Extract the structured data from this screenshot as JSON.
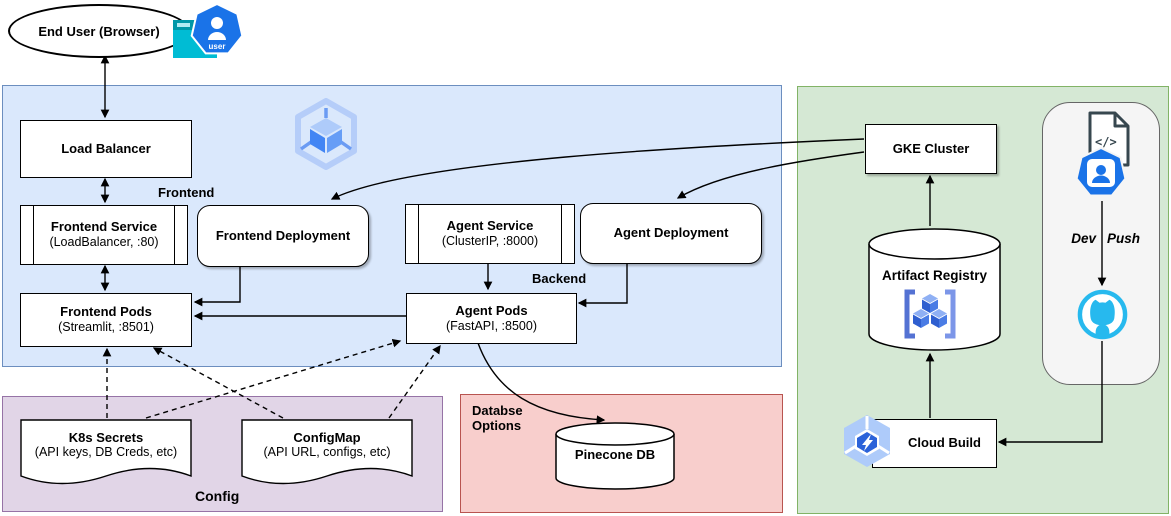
{
  "nodes": {
    "end_user": {
      "label": "End User (Browser)"
    },
    "load_balancer": {
      "label": "Load Balancer"
    },
    "frontend_service": {
      "label": "Frontend Service",
      "sublabel": "(LoadBalancer, :80)"
    },
    "frontend_deployment": {
      "label": "Frontend Deployment"
    },
    "agent_service": {
      "label": "Agent Service",
      "sublabel": "(ClusterIP, :8000)"
    },
    "agent_deployment": {
      "label": "Agent Deployment"
    },
    "frontend_pods": {
      "label": "Frontend Pods",
      "sublabel": "(Streamlit, :8501)"
    },
    "agent_pods": {
      "label": "Agent Pods",
      "sublabel": "(FastAPI, :8500)"
    },
    "k8s_secrets": {
      "label": "K8s Secrets",
      "sublabel": "(API keys, DB Creds, etc)"
    },
    "configmap": {
      "label": "ConfigMap",
      "sublabel": "(API URL, configs, etc)"
    },
    "pinecone_db": {
      "label": "Pinecone DB"
    },
    "gke_cluster": {
      "label": "GKE Cluster"
    },
    "artifact_registry": {
      "label": "Artifact Registry"
    },
    "cloud_build": {
      "label": "Cloud Build"
    }
  },
  "group_labels": {
    "frontend": "Frontend",
    "backend": "Backend",
    "config": "Config",
    "database_options": "Databse Options",
    "dev_push": {
      "left": "Dev",
      "right": "Push"
    }
  },
  "icons": {
    "user_caption": "user",
    "code_glyph": "</>"
  },
  "colors": {
    "frontend_region_fill": "#dae8fc",
    "frontend_region_border": "#6c8ebf",
    "cicd_region_fill": "#d5e8d4",
    "cicd_region_border": "#82b366",
    "config_region_fill": "#e1d5e7",
    "config_region_border": "#9673a6",
    "database_region_fill": "#f8cecc",
    "database_region_border": "#b85450",
    "dev_container_fill": "#f5f5f5",
    "dev_container_border": "#666666",
    "google_blue": "#1a73e8",
    "light_blue": "#aecbfa",
    "github_cyan": "#27b9ee",
    "user_icon_teal": "#00bcd4"
  },
  "edges": [
    {
      "from": "end_user",
      "to": "load_balancer",
      "style": "solid",
      "direction": "both"
    },
    {
      "from": "load_balancer",
      "to": "frontend_service",
      "style": "solid",
      "direction": "both"
    },
    {
      "from": "frontend_service",
      "to": "frontend_pods",
      "style": "solid",
      "direction": "both"
    },
    {
      "from": "frontend_deployment",
      "to": "frontend_pods",
      "style": "solid",
      "direction": "forward"
    },
    {
      "from": "agent_pods",
      "to": "frontend_pods",
      "style": "solid",
      "direction": "forward"
    },
    {
      "from": "agent_service",
      "to": "agent_pods",
      "style": "solid",
      "direction": "forward"
    },
    {
      "from": "agent_deployment",
      "to": "agent_pods",
      "style": "solid",
      "direction": "forward"
    },
    {
      "from": "gke_cluster",
      "to": "frontend_deployment",
      "style": "solid",
      "direction": "forward"
    },
    {
      "from": "gke_cluster",
      "to": "agent_deployment",
      "style": "solid",
      "direction": "forward"
    },
    {
      "from": "k8s_secrets",
      "to": "frontend_pods",
      "style": "dashed",
      "direction": "forward"
    },
    {
      "from": "k8s_secrets",
      "to": "agent_pods",
      "style": "dashed",
      "direction": "forward"
    },
    {
      "from": "configmap",
      "to": "frontend_pods",
      "style": "dashed",
      "direction": "forward"
    },
    {
      "from": "configmap",
      "to": "agent_pods",
      "style": "dashed",
      "direction": "forward"
    },
    {
      "from": "agent_pods",
      "to": "pinecone_db",
      "style": "solid",
      "direction": "forward"
    },
    {
      "from": "artifact_registry",
      "to": "gke_cluster",
      "style": "solid",
      "direction": "forward"
    },
    {
      "from": "cloud_build",
      "to": "artifact_registry",
      "style": "solid",
      "direction": "forward"
    },
    {
      "from": "github",
      "to": "cloud_build",
      "style": "solid",
      "direction": "forward"
    },
    {
      "from": "developer",
      "to": "github",
      "style": "solid",
      "direction": "forward",
      "label": "Dev Push"
    }
  ]
}
